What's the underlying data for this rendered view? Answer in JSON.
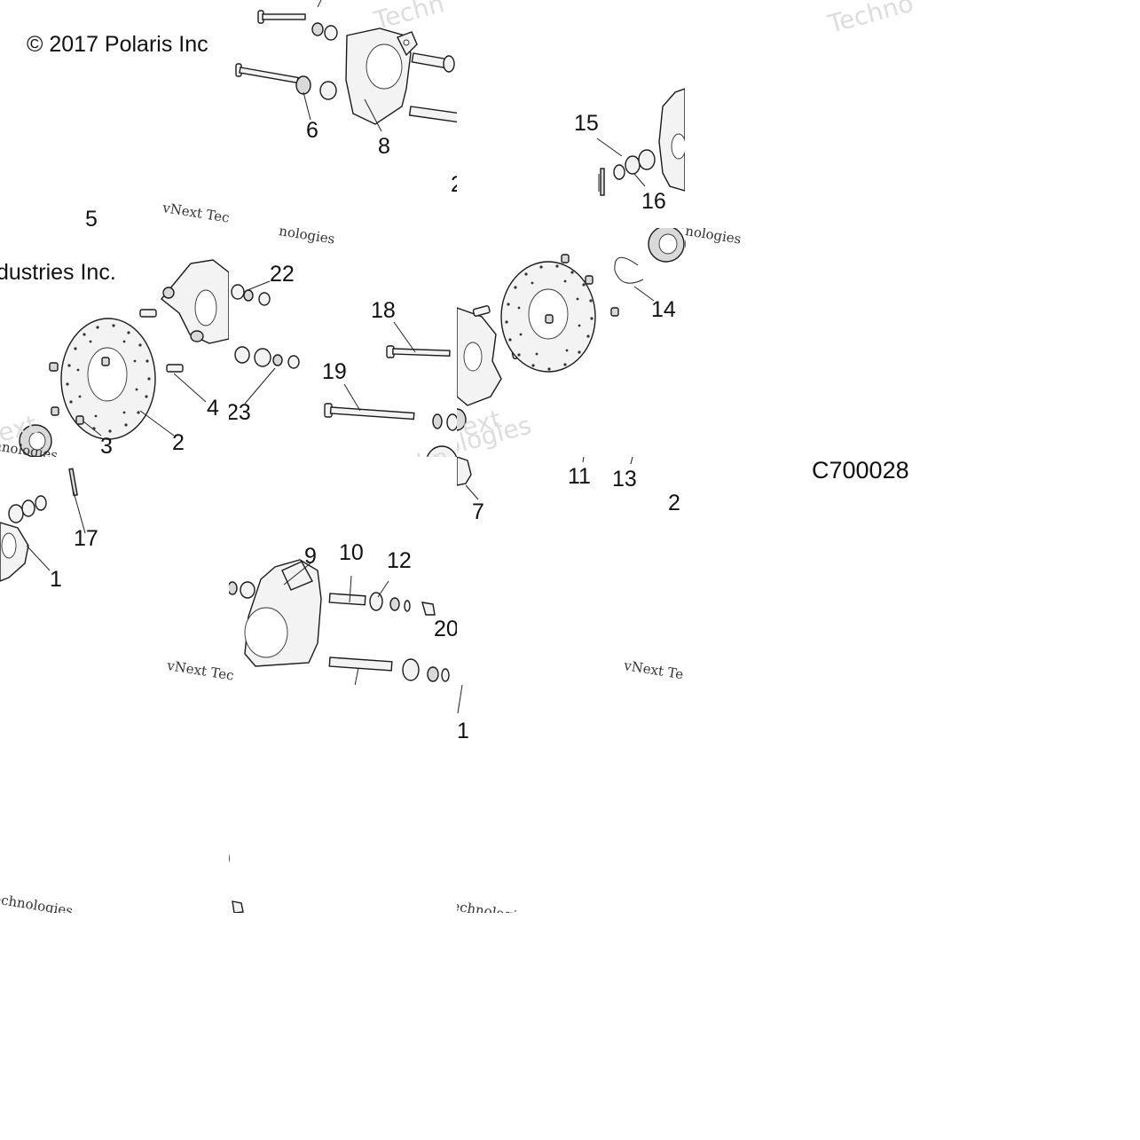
{
  "copyright_top": "© 2017 Polaris Inc",
  "copyright_mid": "dustries Inc.",
  "drawing_code": "C700028",
  "watermarks": {
    "primary": "Technologies",
    "secondary": "vNext Technologies",
    "short_a": "vNext Tec",
    "short_b": "vNext Te",
    "partial_a": "Techn",
    "partial_b": "ext",
    "partial_c": "echnologies",
    "partial_d": "Technol",
    "partial_e": "vNe",
    "partial_f": "nologies",
    "partial_g": "hnologies"
  },
  "callouts": {
    "c1": "1",
    "c2": "2",
    "c3": "3",
    "c4": "4",
    "c5": "5",
    "c6": "6",
    "c7": "7",
    "c8": "8",
    "c9": "9",
    "c10": "10",
    "c11": "11",
    "c12": "12",
    "c13": "13",
    "c14": "14",
    "c15": "15",
    "c16": "16",
    "c17": "17",
    "c18": "18",
    "c19": "19",
    "c20": "20",
    "c22": "22",
    "c23": "23",
    "c2_cut": "2",
    "c21_cut": "2",
    "c1_cut": "1",
    "c0_cut": ")"
  }
}
